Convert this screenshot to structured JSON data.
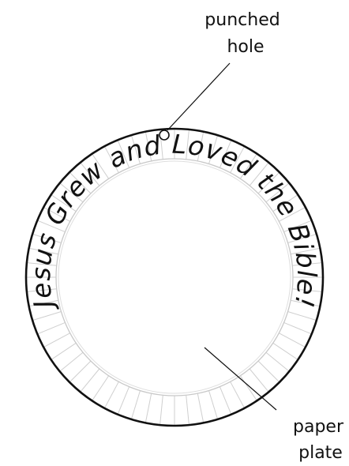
{
  "plate": {
    "text": "Jesus Grew and Loved the Bible!"
  },
  "callouts": {
    "hole": {
      "line1": "punched",
      "line2": "hole"
    },
    "plate": {
      "line1": "paper",
      "line2": "plate"
    }
  },
  "colors": {
    "outline": "#111111",
    "ribs": "#cfcfcf",
    "inner_ring": "#c8c8c8",
    "background": "#ffffff"
  }
}
